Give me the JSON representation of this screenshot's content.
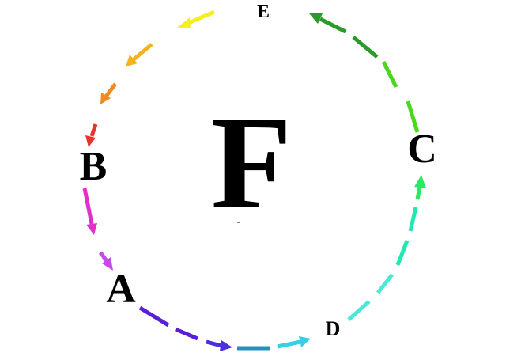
{
  "center_label": "F",
  "nodes": {
    "A": "A",
    "B": "B",
    "C": "C",
    "D": "D",
    "E": "E"
  },
  "arrow_colors": {
    "E_to_B": [
      "#f5ef1f",
      "#f4b21c",
      "#f08a24",
      "#e8342a"
    ],
    "B_to_A": [
      "#e030c8",
      "#c84ae8"
    ],
    "A_to_D": [
      "#5a1fd8",
      "#4a2ee0",
      "#2a8fb8",
      "#36cfe6"
    ],
    "D_to_C": [
      "#4ae8d8",
      "#22e8b0",
      "#2ae860"
    ],
    "C_to_E": [
      "#4ad81f",
      "#2a9a2a"
    ]
  }
}
